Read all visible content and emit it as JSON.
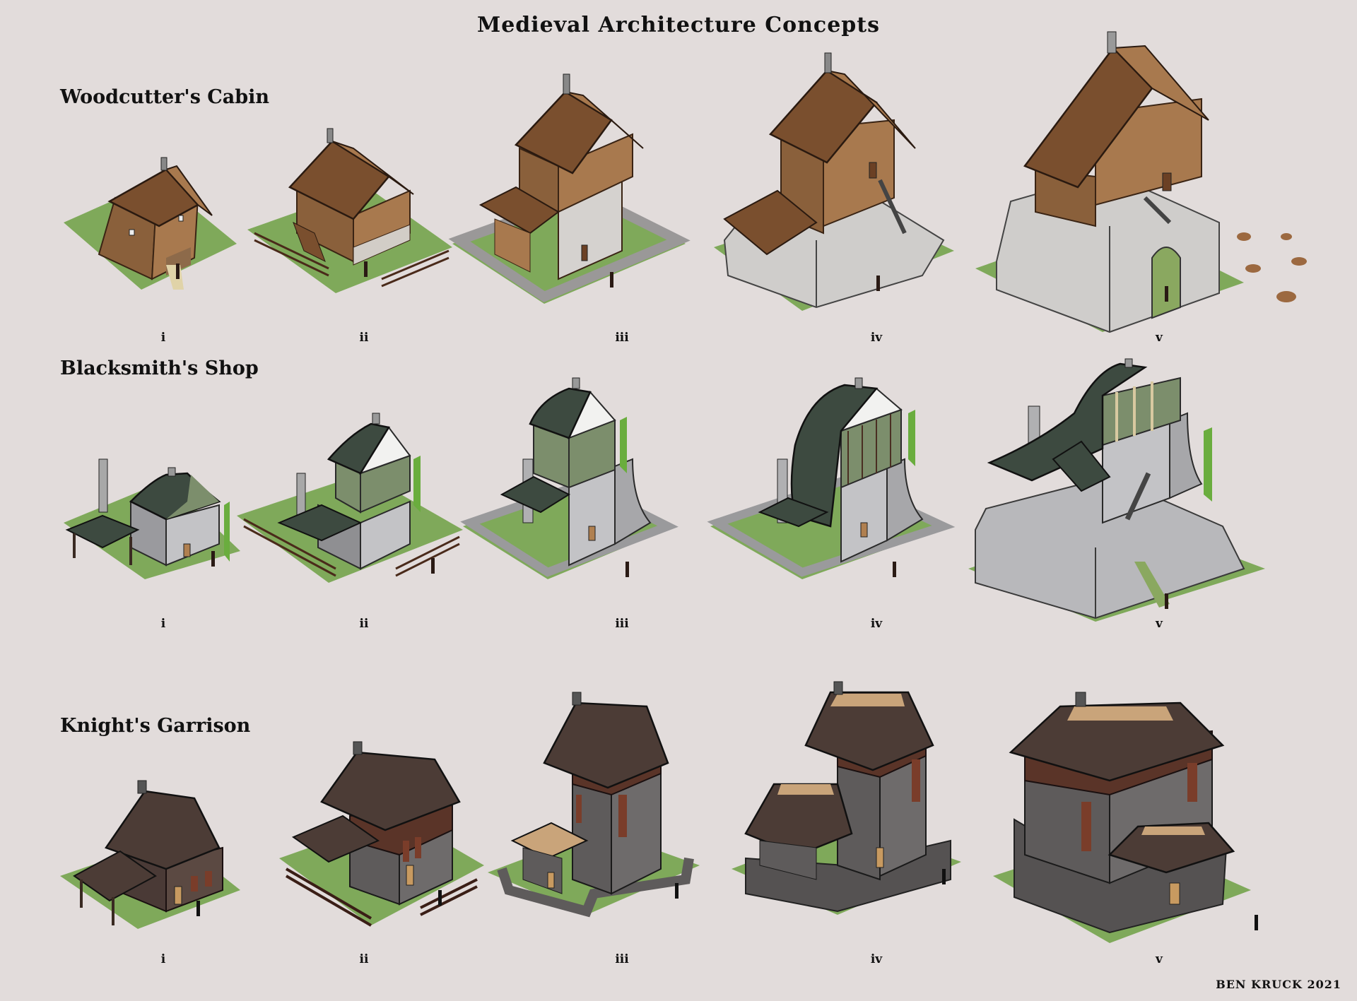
{
  "title": "Medieval Architecture Concepts",
  "credit": "BEN KRUCK 2021",
  "background_color": "#e2dcdb",
  "colors": {
    "grass": "#7fa95a",
    "wood_roof": "#7a4f2e",
    "wood_wall": "#a8794e",
    "stone": "#c9c8c8",
    "green_roof": "#3d4a40",
    "green_wall": "#7c8e6c",
    "banner_green": "#6aad3e",
    "dark_roof": "#4c3c36",
    "dark_stone": "#5e5b5b",
    "banner_red": "#7a3d2a"
  },
  "rows": [
    {
      "label": "Woodcutter's Cabin",
      "stages": [
        {
          "numeral": "i",
          "description": "small wooden cabin with gabled roof and log pile"
        },
        {
          "numeral": "ii",
          "description": "two-storey timber house on stone base with fence"
        },
        {
          "numeral": "iii",
          "description": "timber tower house with stone wall enclosure"
        },
        {
          "numeral": "iv",
          "description": "larger timber hall on sloped stone plinth"
        },
        {
          "numeral": "v",
          "description": "fortified timber hall on stone bastion with gate and tree stumps"
        }
      ]
    },
    {
      "label": "Blacksmith's Shop",
      "stages": [
        {
          "numeral": "i",
          "description": "small forge with green bell roof and chimney"
        },
        {
          "numeral": "ii",
          "description": "two-storey smithy with fenced yard and green banner"
        },
        {
          "numeral": "iii",
          "description": "tall smithy tower with stone wall enclosure"
        },
        {
          "numeral": "iv",
          "description": "expanded smithy with timber-framed upper floor"
        },
        {
          "numeral": "v",
          "description": "fortified smithy on stone bastion with stairs and banner"
        }
      ]
    },
    {
      "label": "Knight's Garrison",
      "stages": [
        {
          "numeral": "i",
          "description": "small house with mansard roof and heraldic banners"
        },
        {
          "numeral": "ii",
          "description": "stone keep with timber top floor and fenced yard"
        },
        {
          "numeral": "iii",
          "description": "tall keep with gatehouse and curved wall"
        },
        {
          "numeral": "iv",
          "description": "keep with annex and stone curtain wall"
        },
        {
          "numeral": "v",
          "description": "large fortified garrison with gatehouse and eagle banners"
        }
      ]
    }
  ]
}
